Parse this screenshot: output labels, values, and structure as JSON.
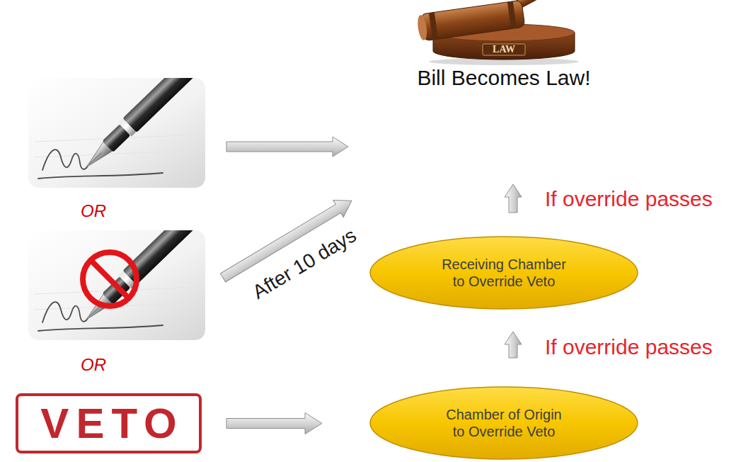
{
  "diagram": {
    "nodes": [
      {
        "text": [
          "LAW",
          "Bill Becomes Law!"
        ]
      },
      {
        "text": [
          "Receiving Chamber to Override Veto"
        ]
      },
      {
        "text": [
          "VETO"
        ]
      },
      {
        "text": [
          "Chamber of Origin to Override Veto"
        ]
      }
    ],
    "edges": [
      {
        "from": 2,
        "to": 3,
        "arrow": "to"
      },
      {
        "from": 3,
        "to": 1,
        "arrow": "to",
        "label": "If override passes"
      },
      {
        "from": 1,
        "to": 0,
        "arrow": "to",
        "label": "If override passes"
      }
    ],
    "labels": [
      "OR",
      "OR",
      "After 10 days"
    ]
  }
}
